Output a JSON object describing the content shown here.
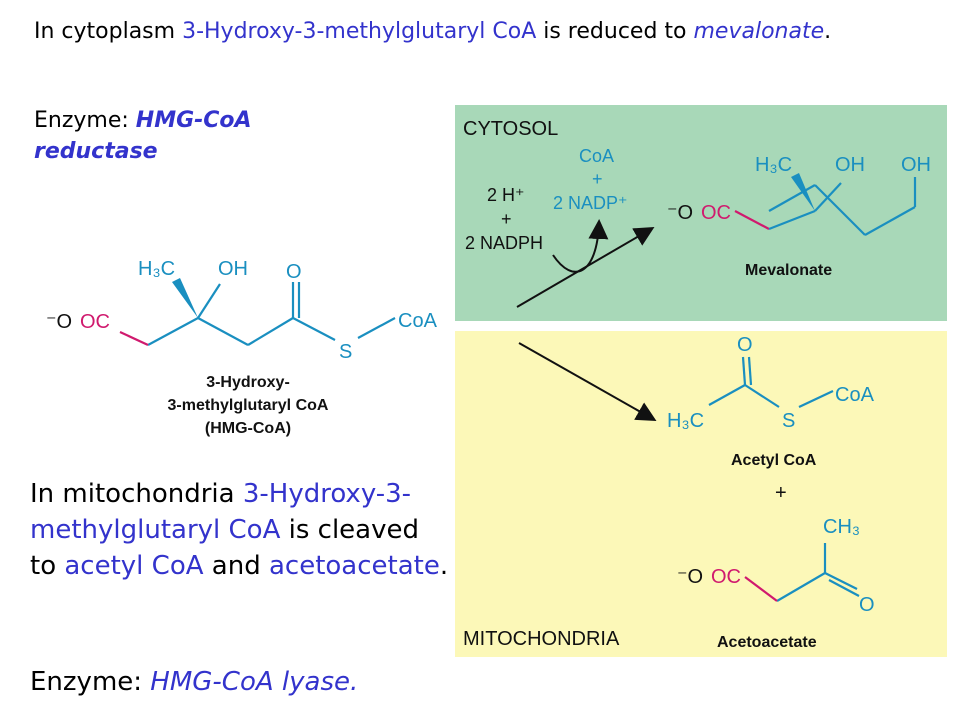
{
  "intro": {
    "t1": "In cytoplasm ",
    "compound": "3-Hydroxy-3-methylglutaryl CoA",
    "t2": " is reduced to ",
    "product": "mevalonate",
    "t3": "."
  },
  "enzyme1": {
    "label": "Enzyme: ",
    "name": "HMG-CoA reductase"
  },
  "mito": {
    "t1": "In mitochondria ",
    "compound": "3-Hydroxy-3-methylglutaryl CoA",
    "t2": " is cleaved to ",
    "p1": "acetyl CoA",
    "t3": " and ",
    "p2": "acetoacetate",
    "t4": "."
  },
  "enzyme2": {
    "label": "Enzyme: ",
    "name": "HMG-CoA lyase."
  },
  "hmg": {
    "h3c": "H₃C",
    "oh": "OH",
    "o": "O",
    "s": "S",
    "coa": "CoA",
    "ooc_minus": "⁻O",
    "ooc_oc": "OC",
    "name1": "3-Hydroxy-",
    "name2": "3-methylglutaryl CoA",
    "name3": "(HMG-CoA)"
  },
  "cytosol": {
    "label": "CYTOSOL",
    "coa": "CoA",
    "plus1": "+",
    "nadp": "2 NADP⁺",
    "h": "2 H⁺",
    "plus2": "+",
    "nadph": "2 NADPH",
    "ooc_minus": "⁻O",
    "ooc_oc": "OC",
    "h3c": "H₃C",
    "oh1": "OH",
    "oh2": "OH",
    "product": "Mevalonate"
  },
  "mitochondria": {
    "label": "MITOCHONDRIA",
    "o": "O",
    "coa": "CoA",
    "s": "S",
    "h3c": "H₃C",
    "acetyl": "Acetyl CoA",
    "plus": "+",
    "ch3": "CH₃",
    "ooc_minus": "⁻O",
    "ooc_oc": "OC",
    "o2": "O",
    "acetoacetate": "Acetoacetate"
  },
  "colors": {
    "text_blue": "#3333cc",
    "struct_blue": "#1a8fc0",
    "carboxyl_magenta": "#d01a6e",
    "cytosol_bg": "#a8d8b8",
    "mito_bg": "#fcf8b8"
  }
}
